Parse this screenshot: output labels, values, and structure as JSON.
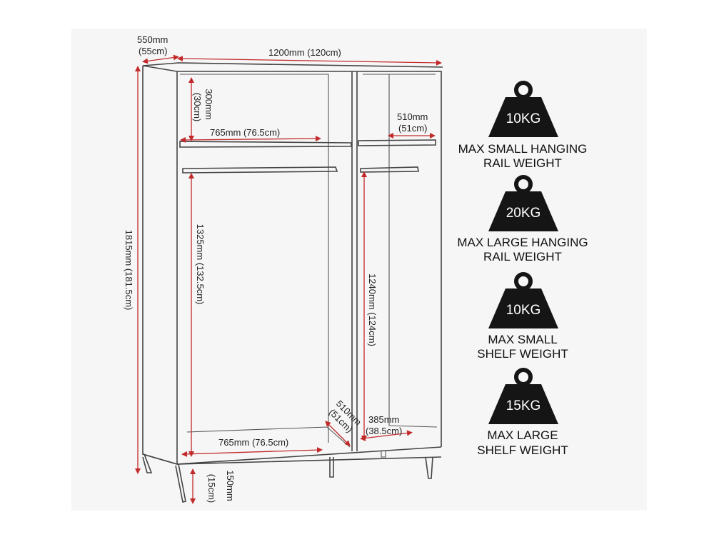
{
  "dimensions": {
    "depth_mm": "550mm",
    "depth_cm": "(55cm)",
    "width": "1200mm (120cm)",
    "height": "1815mm (181.5cm)",
    "top_shelf_height_mm": "300mm",
    "top_shelf_height_cm": "(30cm)",
    "left_width_top": "765mm (76.5cm)",
    "right_shelf_width_mm": "510mm",
    "right_shelf_width_cm": "(51cm)",
    "left_hanging_height": "1325mm (132.5cm)",
    "right_hanging_height": "1240mm (124cm)",
    "left_width_bottom": "765mm (76.5cm)",
    "inner_depth_mm": "510mm",
    "inner_depth_cm": "(51cm)",
    "base_depth_mm": "385mm",
    "base_depth_cm": "(38.5cm)",
    "leg_height_mm": "150mm",
    "leg_height_cm": "(15cm)"
  },
  "weights": [
    {
      "value": "10KG",
      "line1": "MAX SMALL HANGING",
      "line2": "RAIL WEIGHT"
    },
    {
      "value": "20KG",
      "line1": "MAX LARGE HANGING",
      "line2": "RAIL WEIGHT"
    },
    {
      "value": "10KG",
      "line1": "MAX SMALL",
      "line2": "SHELF WEIGHT"
    },
    {
      "value": "15KG",
      "line1": "MAX LARGE",
      "line2": "SHELF WEIGHT"
    }
  ],
  "colors": {
    "arrow": "#c22a2a",
    "weight_fill": "#151515"
  }
}
